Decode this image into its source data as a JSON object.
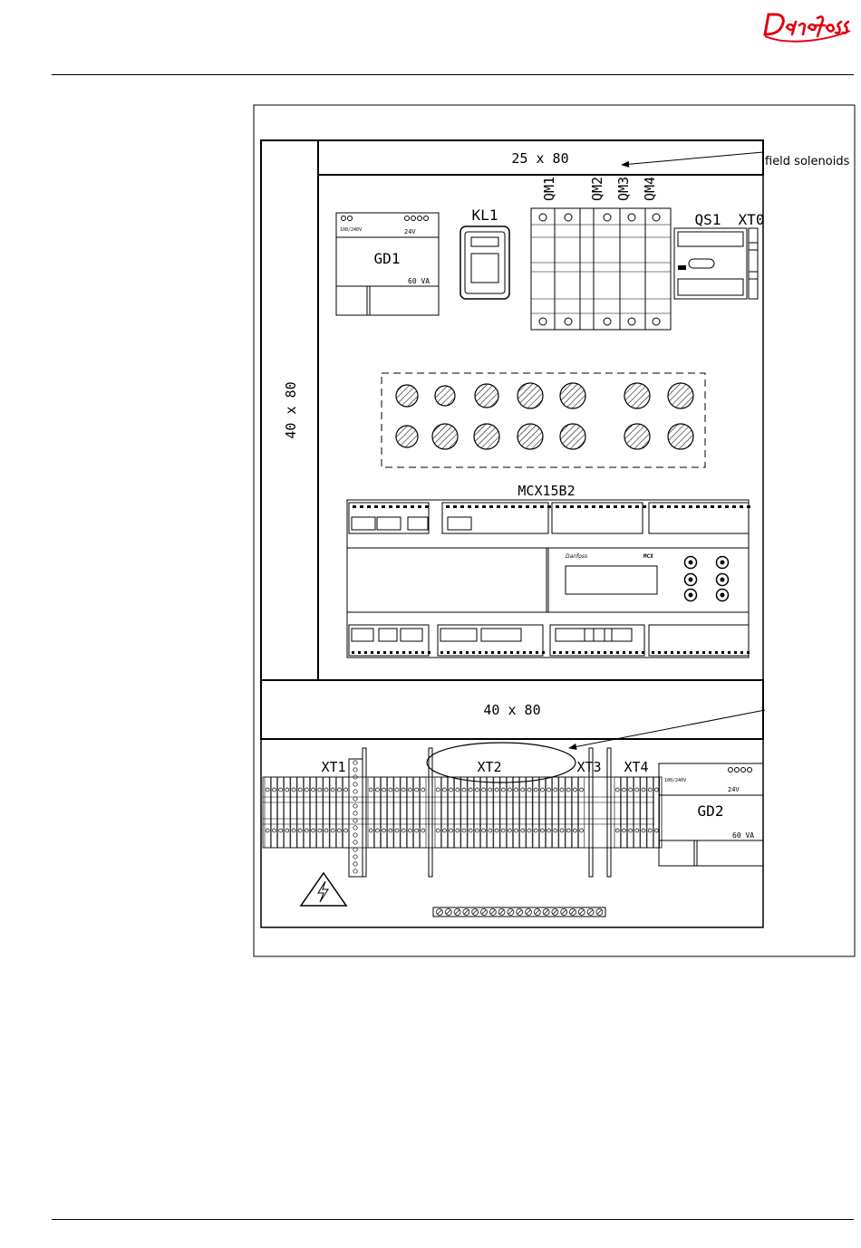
{
  "brand": {
    "name": "Danfoss",
    "color": "#e2000f"
  },
  "diagram": {
    "duct_top": "25 x 80",
    "duct_left": "40 x 80",
    "duct_bottom": "40 x 80",
    "annotation_field_solenoids": "field solenoids",
    "gd1": {
      "label": "GD1",
      "input": "100/240V",
      "output": "24V",
      "rating": "60 VA"
    },
    "gd2": {
      "label": "GD2",
      "input": "100/240V",
      "output": "24V",
      "rating": "60 VA"
    },
    "kl1": "KL1",
    "breakers": [
      "QM1",
      "QM2",
      "QM3",
      "QM4"
    ],
    "qs1": "QS1",
    "xt0": "XT0",
    "controller": {
      "label": "MCX15B2",
      "logo": "Danfoss",
      "model": "MCX"
    },
    "terminals": [
      "XT1",
      "XT2",
      "XT3",
      "XT4"
    ],
    "hazard_icon": "electric-hazard-icon"
  }
}
